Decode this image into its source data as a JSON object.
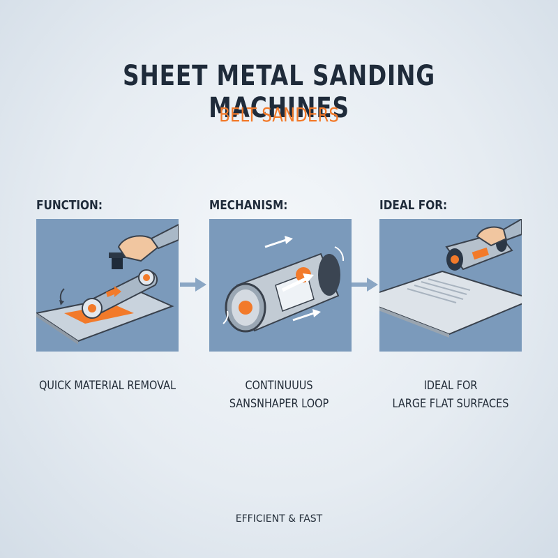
{
  "header": {
    "title": "SHEET METAL SANDING MACHINES",
    "subtitle": "BELT SANDERS"
  },
  "columns": [
    {
      "heading": "FUNCTION:",
      "caption_lines": [
        "QUICK MATERIAL REMOVAL"
      ]
    },
    {
      "heading": "MECHANISM:",
      "caption_lines": [
        "CONTINUUUS",
        "SANSNHAPER LOOP"
      ]
    },
    {
      "heading": "IDEAL FOR:",
      "caption_lines": [
        "IDEAL FOR",
        "LARGE FLAT SURFACES"
      ]
    }
  ],
  "footer": {
    "text": "EFFICIENT & FAST"
  },
  "colors": {
    "accent": "#f27a2a",
    "panel": "#7b9abb",
    "title": "#1f2b3a",
    "connector_arrow": "#8aa6c4"
  },
  "icons": [
    "hand-icon",
    "belt-sander-icon",
    "sanding-drum-icon",
    "metal-sheet-icon",
    "arrow-right-icon"
  ]
}
